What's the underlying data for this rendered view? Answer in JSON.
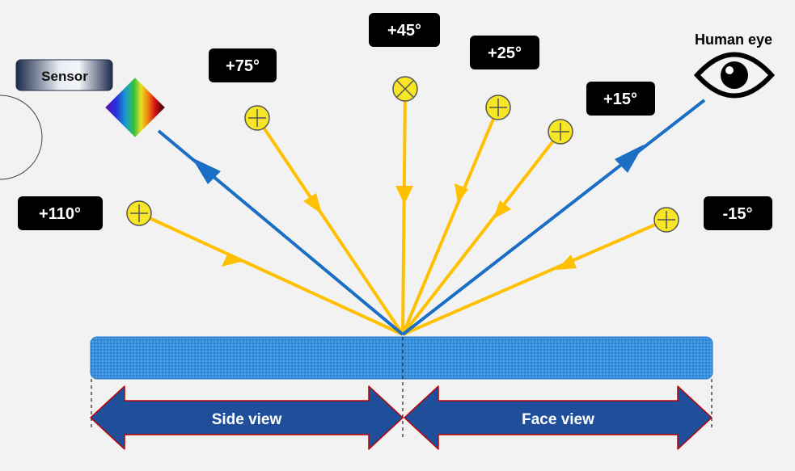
{
  "labels": {
    "sensor": "Sensor",
    "human_eye": "Human eye",
    "side_view": "Side view",
    "face_view": "Face view"
  },
  "angles": [
    "+110°",
    "+75°",
    "+45°",
    "+25°",
    "+15°",
    "-15°"
  ],
  "colors": {
    "background": "#f2f2f2",
    "illumination_ray": "#ffc000",
    "viewing_ray": "#1a6fc4",
    "light_source": "#f7e625",
    "panel": "#2e8ad6",
    "arrow_fill": "#1f4e9a",
    "arrow_outline": "#c00000",
    "label_box": "#000000"
  },
  "icons": [
    "light-source-icon",
    "eye-icon",
    "sensor-spectrum-icon"
  ]
}
